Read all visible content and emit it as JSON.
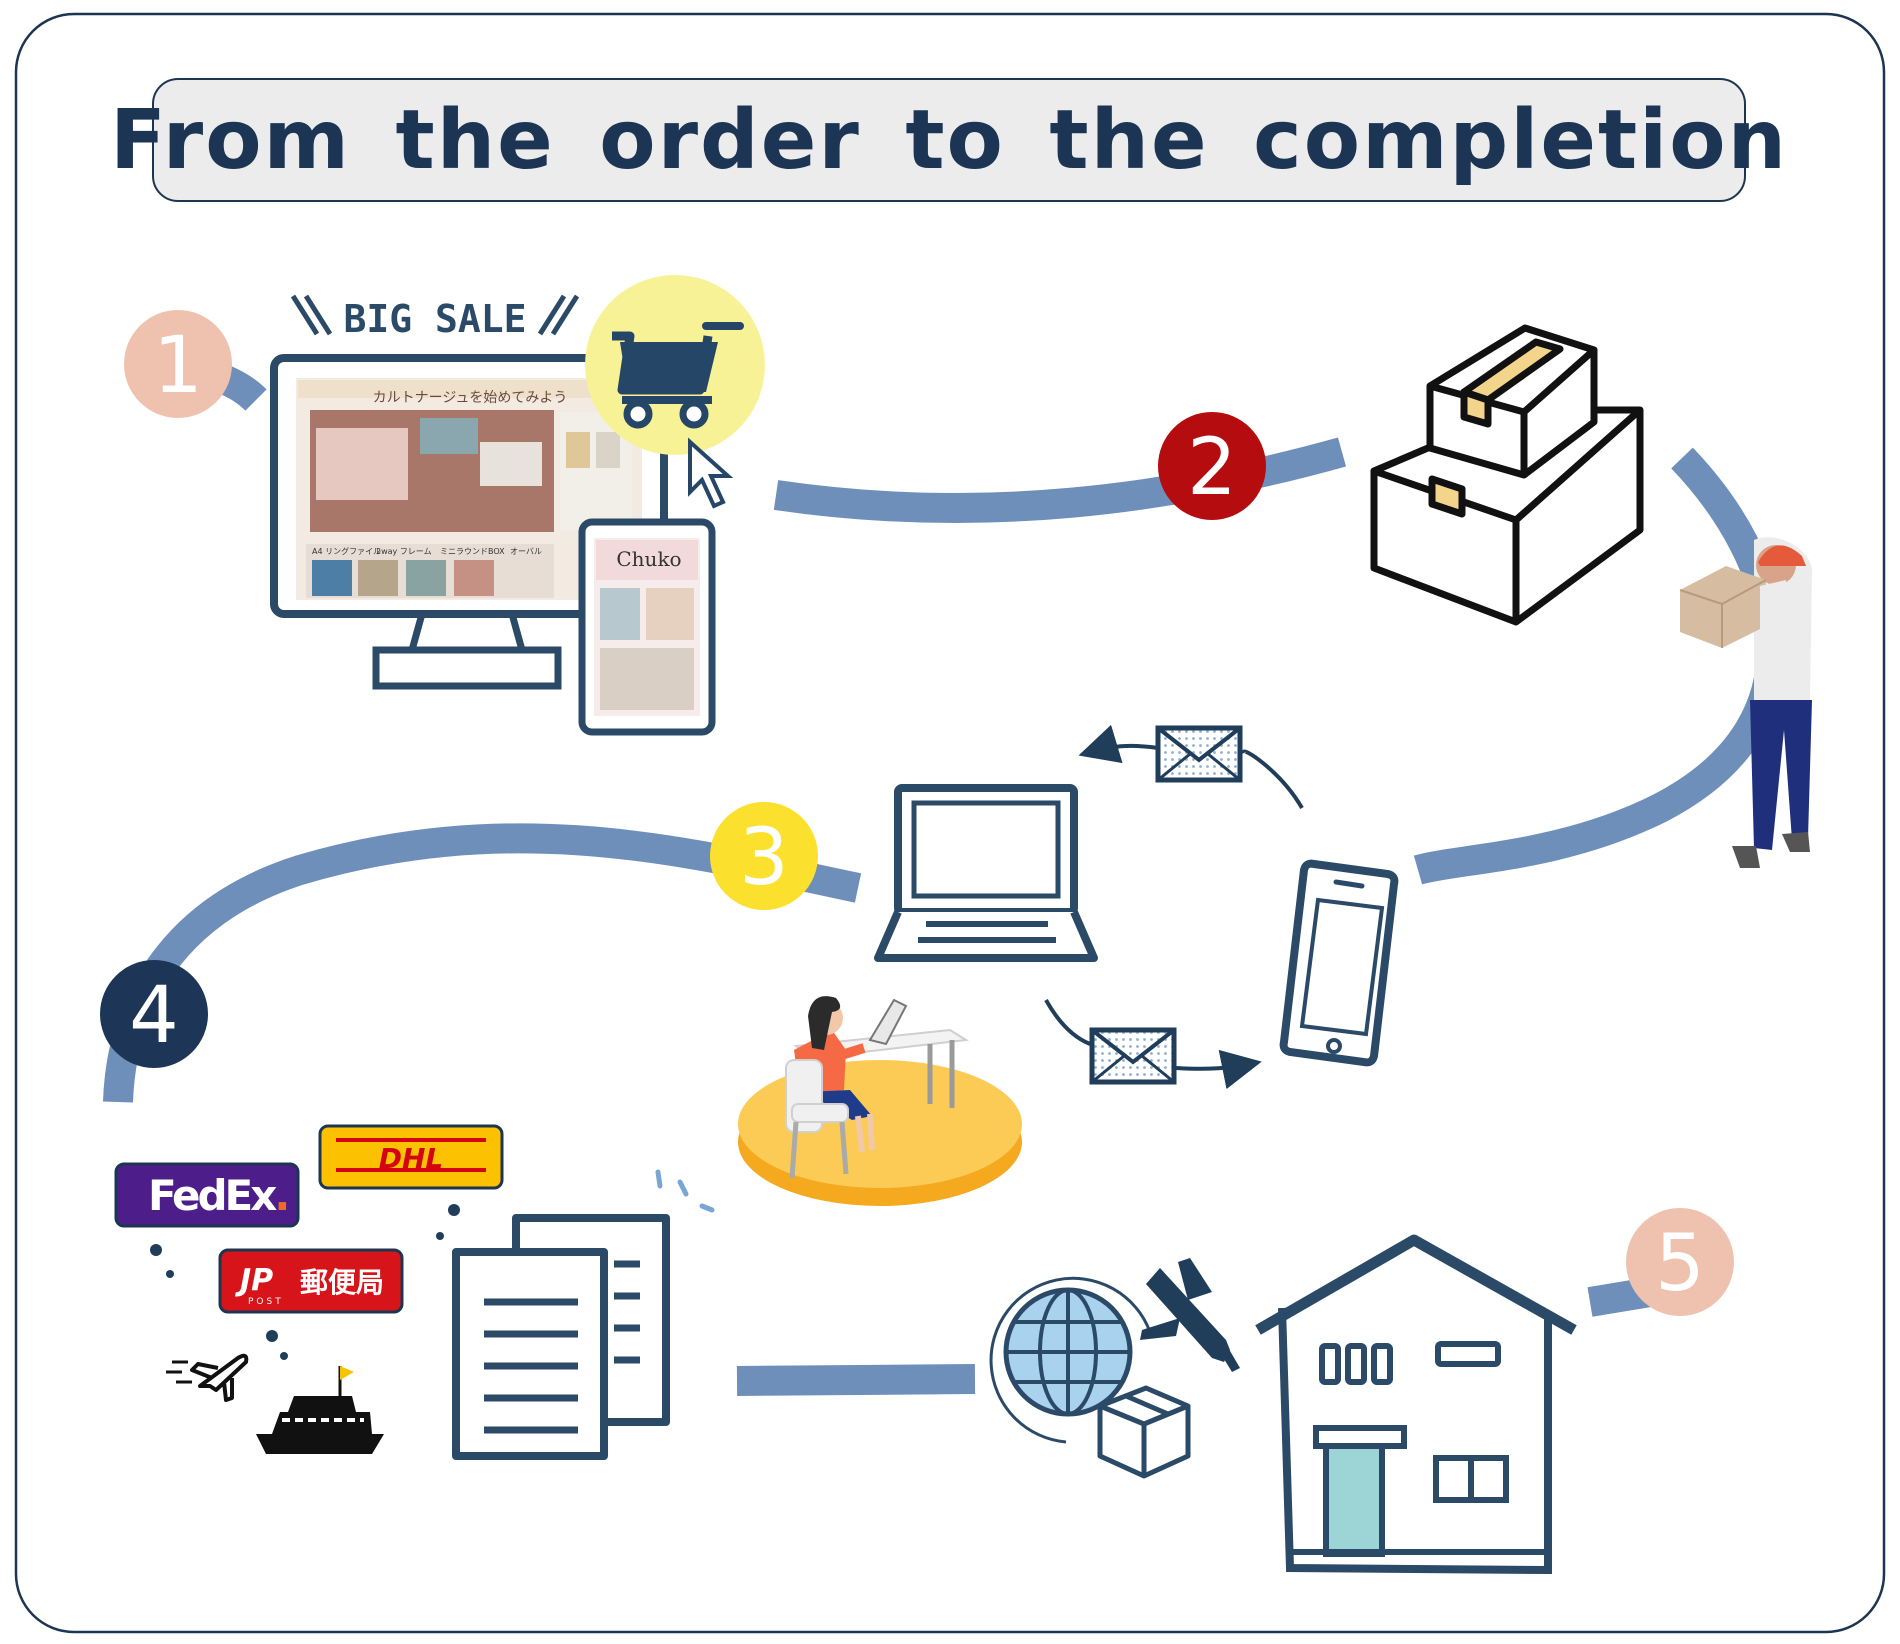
{
  "title": "From the order to the completion",
  "steps": [
    {
      "number": "1",
      "color": "#efc2b0"
    },
    {
      "number": "2",
      "color": "#b50c10"
    },
    {
      "number": "3",
      "color": "#fbe02d"
    },
    {
      "number": "4",
      "color": "#1d3657"
    },
    {
      "number": "5",
      "color": "#efc2b0"
    }
  ],
  "screen": {
    "banner": "BIG SALE",
    "site_heading": "カルトナージュを始めてみよう",
    "tablet_logo": "Chuko",
    "product_labels": [
      "A4 リングファイル",
      "2way フレーム",
      "ミニラウンドBOX",
      "オーバル"
    ]
  },
  "carriers": {
    "fedex": "FedEx",
    "fedex_dot": ".",
    "dhl": "DHL",
    "jp_post_logo": "JP",
    "jp_post_sub": "POST",
    "jp_post_text": "郵便局"
  },
  "colors": {
    "path": "#6e8fba",
    "navy": "#203d5a",
    "outline": "#2b4a68",
    "highlight": "#f8f296",
    "tape": "#f2d48a",
    "floor": "#fbcb55",
    "door": "#9dd5d6"
  },
  "icons": [
    "monitor-icon",
    "tablet-icon",
    "cart-icon",
    "cursor-icon",
    "boxes-icon",
    "delivery-person-icon",
    "laptop-icon",
    "smartphone-icon",
    "envelope-icon",
    "office-worker-icon",
    "documents-icon",
    "globe-icon",
    "airplane-icon",
    "package-icon",
    "house-icon",
    "ship-icon"
  ]
}
